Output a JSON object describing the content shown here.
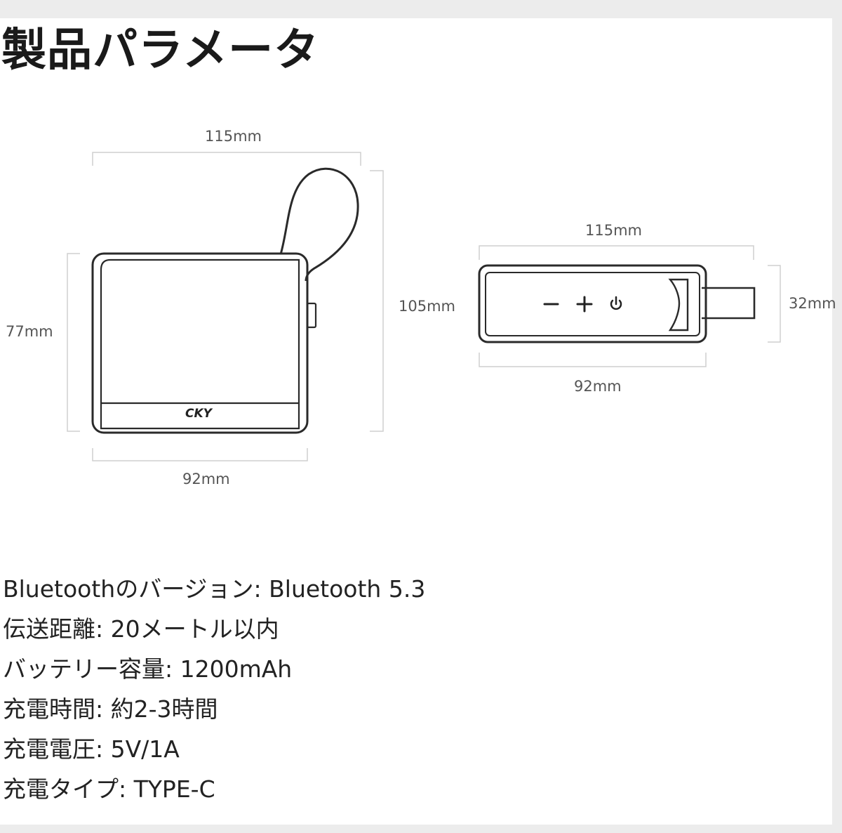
{
  "title": "製品パラメータ",
  "front_view": {
    "width_top": "115mm",
    "height_right": "105mm",
    "height_left": "77mm",
    "width_bottom": "92mm",
    "logo": "CKY"
  },
  "top_view": {
    "width_top": "115mm",
    "height_right": "32mm",
    "width_bottom": "92mm",
    "buttons": [
      "minus-icon",
      "plus-icon",
      "power-icon"
    ]
  },
  "specs": [
    "Bluetoothのバージョン: Bluetooth 5.3",
    "伝送距離: 20メートル以内",
    "バッテリー容量: 1200mAh",
    "充電時間: 約2-3時間",
    "充電電圧: 5V/1A",
    "充電タイプ: TYPE-C"
  ]
}
